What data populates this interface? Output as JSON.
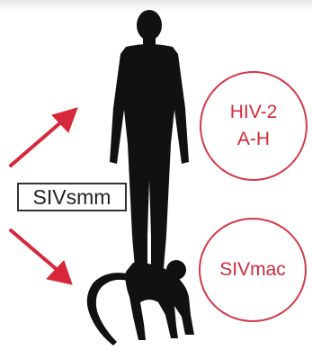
{
  "source_label": "SIVsmm",
  "targets": [
    {
      "lines": [
        "HIV-2",
        "A-H"
      ]
    },
    {
      "lines": [
        "SIVmac"
      ]
    }
  ],
  "colors": {
    "arrow": "#d6283a",
    "circle": "#d23a4a",
    "silhouette": "#111111"
  },
  "icons": [
    "human-silhouette-icon",
    "monkey-silhouette-icon"
  ]
}
